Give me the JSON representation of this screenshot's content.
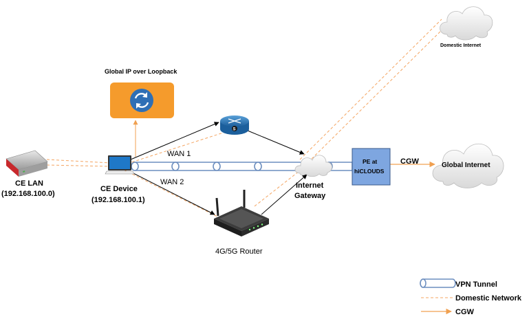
{
  "labels": {
    "domestic_internet": "Domestic Internet",
    "global_ip": "Global IP over Loopback",
    "wan1": "WAN 1",
    "wan2": "WAN 2",
    "ce_lan_title": "CE LAN",
    "ce_lan_ip": "(192.168.100.0)",
    "ce_device_title": "CE Device",
    "ce_device_ip": "(192.168.100.1)",
    "internet_gateway_line1": "Internet",
    "internet_gateway_line2": "Gateway",
    "pe_line1": "PE at",
    "pe_line2": "hiCLOUDS",
    "cgw": "CGW",
    "global_internet": "Global Internet",
    "router_4g5g": "4G/5G Router"
  },
  "legend": {
    "vpn_tunnel": "VPN Tunnel",
    "domestic_network": "Domestic Network",
    "cgw": "CGW"
  },
  "colors": {
    "domestic_dash": "#f4a460",
    "cgw_orange": "#f0a050",
    "tunnel_stroke": "#6c8ebf",
    "pe_fill": "#7ea6e0",
    "pe_stroke": "#3a5a8a",
    "loopback_orange": "#f59b2c",
    "loopback_icon": "#2f6fb5"
  },
  "icons": {
    "loopback": "sync-icon",
    "router": "router-icon",
    "cloud": "cloud-icon",
    "laptop": "laptop-icon",
    "lan_device": "lan-device-icon",
    "wireless_router": "wireless-router-icon"
  }
}
